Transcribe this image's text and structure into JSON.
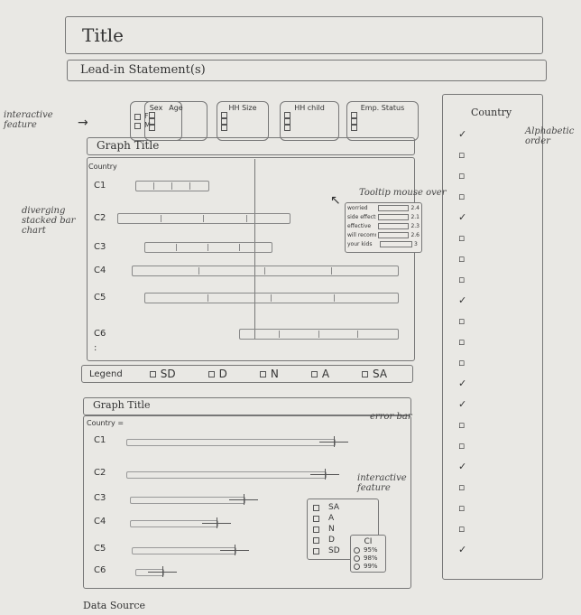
{
  "title": "Title",
  "lead_in": "Lead-in Statement(s)",
  "annotations": {
    "interactive_feature": "interactive feature",
    "diverging": "diverging stacked bar chart",
    "tooltip": "Tooltip mouse over",
    "alphabetic": "Alphabetic order",
    "error_bar": "error bar",
    "interactive_feature_2": "interactive feature"
  },
  "filters": [
    {
      "label": "Sex",
      "options": [
        "F",
        "M"
      ]
    },
    {
      "label": "Age",
      "options": [
        "",
        "",
        " "
      ]
    },
    {
      "label": "HH Size",
      "options": [
        "",
        "",
        ""
      ]
    },
    {
      "label": "HH child",
      "options": [
        "",
        "",
        ""
      ]
    },
    {
      "label": "Emp. Status",
      "options": [
        "",
        "",
        ""
      ]
    }
  ],
  "graph1": {
    "title": "Graph Title",
    "axis_label": "Country",
    "rows": [
      "C1",
      "C2",
      "C3",
      "C4",
      "C5",
      "C6",
      ":"
    ]
  },
  "tooltip": {
    "items": [
      {
        "label": "worried",
        "value": "2.4"
      },
      {
        "label": "side effects",
        "value": "2.1"
      },
      {
        "label": "effective",
        "value": "2.3"
      },
      {
        "label": "will recommend",
        "value": "2.6"
      },
      {
        "label": "your kids",
        "value": "3"
      }
    ]
  },
  "legend": {
    "label": "Legend",
    "items": [
      "SD",
      "D",
      "N",
      "A",
      "SA"
    ]
  },
  "graph2": {
    "title": "Graph Title",
    "axis_label": "Country =",
    "rows": [
      "C1",
      "C2",
      "C3",
      "C4",
      "C5",
      "C6"
    ]
  },
  "response_options": [
    "SA",
    "A",
    "N",
    "D",
    "SD"
  ],
  "ci": {
    "label": "CI",
    "options": [
      "95%",
      "98%",
      "99%"
    ]
  },
  "sidebar": {
    "title": "Country",
    "items": [
      "",
      "",
      "",
      "",
      "",
      "",
      "",
      "",
      "",
      "",
      "",
      "",
      "",
      "",
      "",
      "",
      "",
      "",
      "",
      "",
      ""
    ]
  },
  "data_source": "Data Source"
}
